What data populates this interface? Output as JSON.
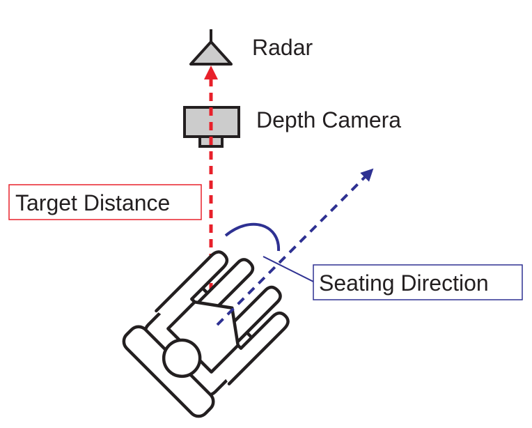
{
  "labels": {
    "radar": "Radar",
    "depth_camera": "Depth Camera",
    "target_distance": "Target Distance",
    "seating_direction": "Seating Direction"
  },
  "colors": {
    "distance_line": "#e8202a",
    "direction_line": "#2e3192",
    "target_box_border": "#e8202a",
    "seating_box_border": "#2e3192",
    "device_fill": "#cccccc",
    "outline": "#231f20"
  }
}
